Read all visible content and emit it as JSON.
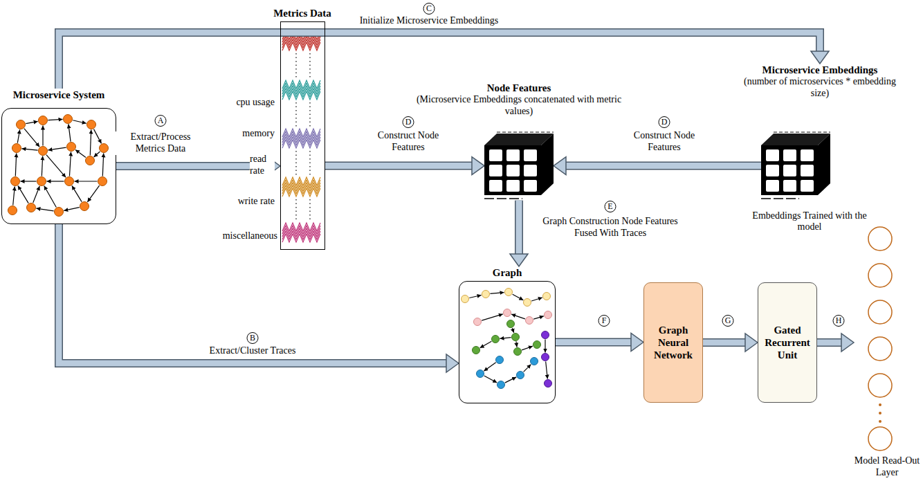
{
  "diagram": {
    "nodes": [
      {
        "text": [
          "Microservice System"
        ]
      },
      {
        "text": [
          "Metrics Data"
        ]
      },
      {
        "text": [
          "Node Features",
          "(Microservice Embeddings concatenated with metric values)"
        ]
      },
      {
        "text": [
          "Microservice Embeddings",
          "(number of microservices * embedding size)",
          "Embeddings Trained with the model"
        ]
      },
      {
        "text": [
          "Graph"
        ]
      },
      {
        "text": [
          "Graph Neural Network"
        ]
      },
      {
        "text": [
          "Gated Recurrent Unit"
        ]
      },
      {
        "text": [
          "Model Read-Out Layer"
        ]
      }
    ],
    "edges": [
      {
        "from": 0,
        "to": 1,
        "arrow": "to",
        "label": "Extract/Process Metrics Data"
      },
      {
        "from": 0,
        "to": 4,
        "arrow": "to",
        "label": "Extract/Cluster Traces"
      },
      {
        "from": 0,
        "to": 3,
        "arrow": "to",
        "label": "Initialize Microservice Embeddings"
      },
      {
        "from": 1,
        "to": 2,
        "arrow": "to",
        "label": "Construct Node Features"
      },
      {
        "from": 3,
        "to": 2,
        "arrow": "to",
        "label": "Construct Node Features"
      },
      {
        "from": 2,
        "to": 4,
        "arrow": "to",
        "label": "Graph Construction Node Features Fused With Traces"
      },
      {
        "from": 4,
        "to": 5,
        "arrow": "to"
      },
      {
        "from": 5,
        "to": 6,
        "arrow": "to"
      },
      {
        "from": 6,
        "to": 7,
        "arrow": "to"
      }
    ],
    "labels": [
      "A",
      "B",
      "C",
      "D",
      "D",
      "E",
      "F",
      "G",
      "H",
      "cpu usage",
      "memory",
      "read rate",
      "write rate",
      "miscellaneous"
    ]
  }
}
